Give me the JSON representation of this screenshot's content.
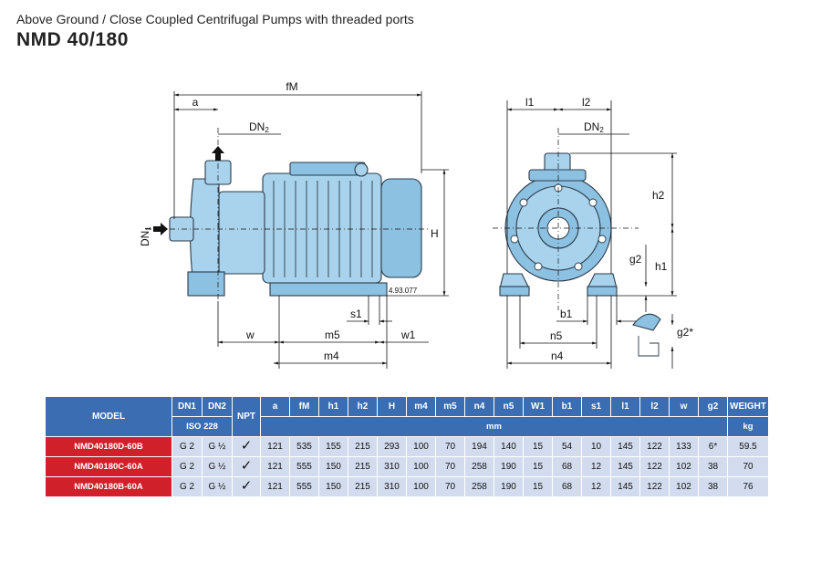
{
  "header": {
    "subtitle": "Above Ground / Close Coupled Centrifugal Pumps with threaded ports",
    "title": "NMD 40/180"
  },
  "drawing": {
    "side_labels": {
      "fM": "fM",
      "a": "a",
      "DN2": "DN",
      "DN2_sub": "2",
      "DN1": "DN",
      "DN1_sub": "1",
      "H": "H",
      "s1": "s1",
      "w": "w",
      "m5": "m5",
      "w1": "w1",
      "m4": "m4",
      "ref": "4.93.077"
    },
    "front_labels": {
      "l1": "l1",
      "l2": "l2",
      "DN2": "DN",
      "DN2_sub": "2",
      "h2": "h2",
      "h1": "h1",
      "g2": "g2",
      "b1": "b1",
      "n5": "n5",
      "n4": "n4",
      "g2star": "g2*"
    }
  },
  "table": {
    "header_row1": [
      "MODEL",
      "DN1",
      "DN2",
      "NPT",
      "a",
      "fM",
      "h1",
      "h2",
      "H",
      "m4",
      "m5",
      "n4",
      "n5",
      "W1",
      "b1",
      "s1",
      "l1",
      "l2",
      "w",
      "g2",
      "WEIGHT"
    ],
    "iso_label": "ISO 228",
    "mm_label": "mm",
    "kg_label": "kg",
    "check_symbol": "✓",
    "rows": [
      {
        "model": "NMD40180D-60B",
        "dn1": "G 2",
        "dn2": "G ½",
        "values": [
          "121",
          "535",
          "155",
          "215",
          "293",
          "100",
          "70",
          "194",
          "140",
          "15",
          "54",
          "10",
          "145",
          "122",
          "133",
          "6*",
          "59.5"
        ]
      },
      {
        "model": "NMD40180C-60A",
        "dn1": "G 2",
        "dn2": "G ½",
        "values": [
          "121",
          "555",
          "150",
          "215",
          "310",
          "100",
          "70",
          "258",
          "190",
          "15",
          "68",
          "12",
          "145",
          "122",
          "102",
          "38",
          "70"
        ]
      },
      {
        "model": "NMD40180B-60A",
        "dn1": "G 2",
        "dn2": "G ½",
        "values": [
          "121",
          "555",
          "150",
          "215",
          "310",
          "100",
          "70",
          "258",
          "190",
          "15",
          "68",
          "12",
          "145",
          "122",
          "102",
          "38",
          "76"
        ]
      }
    ]
  },
  "colors": {
    "header_blue": "#3a6db2",
    "model_red": "#d0202a",
    "cell_bg": "#d3dcee",
    "pump_blue": "#a9d3ec"
  }
}
